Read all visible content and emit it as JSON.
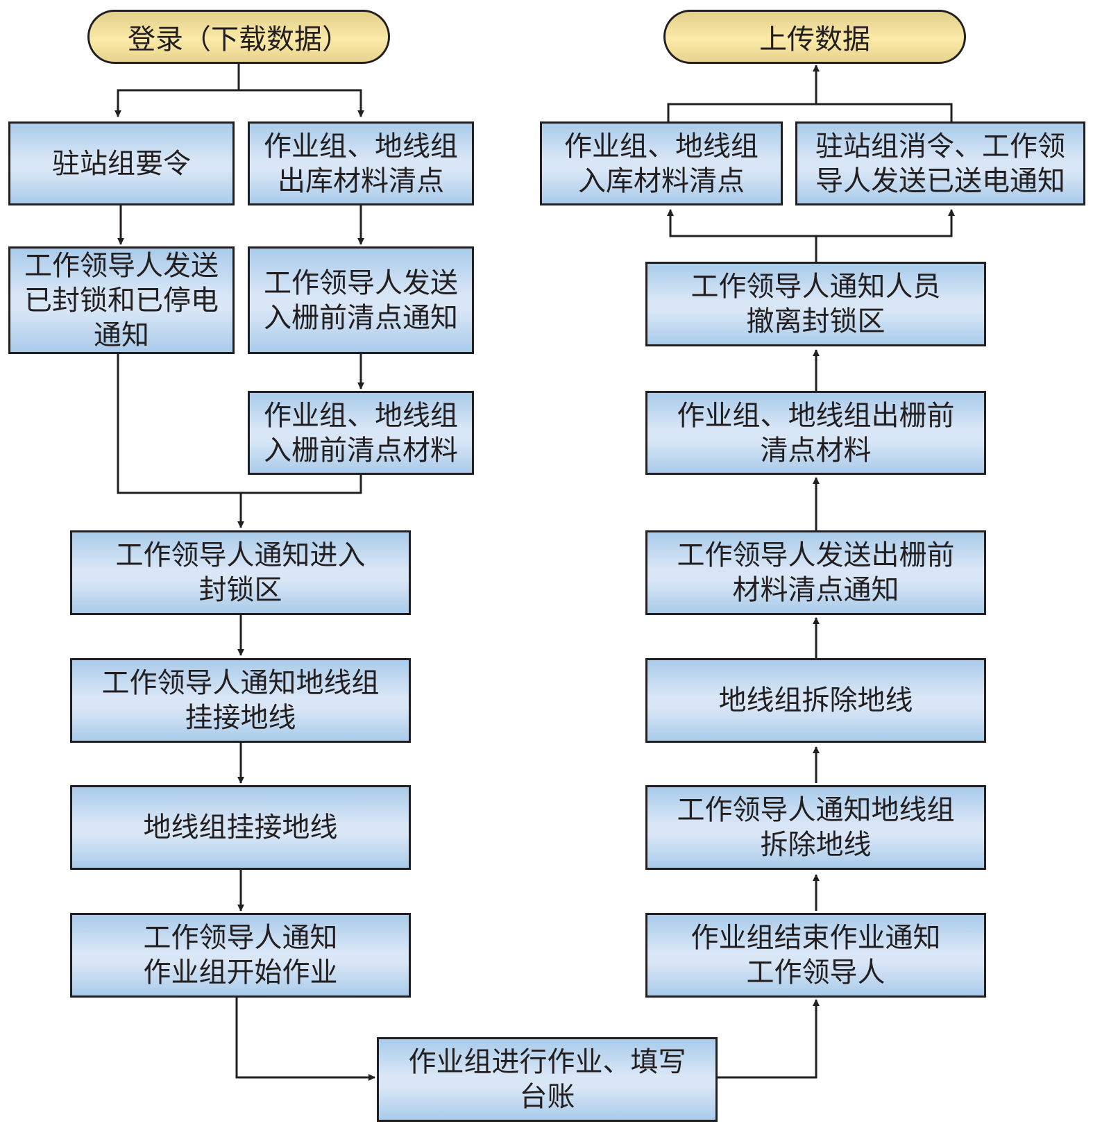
{
  "diagram": {
    "type": "flowchart",
    "nodes": {
      "start": {
        "label": "登录（下载数据）"
      },
      "end": {
        "label": "上传数据"
      },
      "n1": {
        "label": "驻站组要令"
      },
      "n2": {
        "label": "作业组、地线组\n出库材料清点"
      },
      "n3": {
        "label": "工作领导人发送\n已封锁和已停电\n通知"
      },
      "n4": {
        "label": "工作领导人发送\n入栅前清点通知"
      },
      "n5": {
        "label": "作业组、地线组\n入栅前清点材料"
      },
      "n6": {
        "label": "工作领导人通知进入\n封锁区"
      },
      "n7": {
        "label": "工作领导人通知地线组\n挂接地线"
      },
      "n8": {
        "label": "地线组挂接地线"
      },
      "n9": {
        "label": "工作领导人通知\n作业组开始作业"
      },
      "n10": {
        "label": "作业组进行作业、填写\n台账"
      },
      "n11": {
        "label": "作业组结束作业通知\n工作领导人"
      },
      "n12": {
        "label": "工作领导人通知地线组\n拆除地线"
      },
      "n13": {
        "label": "地线组拆除地线"
      },
      "n14": {
        "label": "工作领导人发送出栅前\n材料清点通知"
      },
      "n15": {
        "label": "作业组、地线组出栅前\n清点材料"
      },
      "n16": {
        "label": "工作领导人通知人员\n撤离封锁区"
      },
      "n17": {
        "label": "作业组、地线组\n入库材料清点"
      },
      "n18": {
        "label": "驻站组消令、工作领\n导人发送已送电通知"
      }
    },
    "edges": [
      [
        "start",
        "n1"
      ],
      [
        "start",
        "n2"
      ],
      [
        "n1",
        "n3"
      ],
      [
        "n2",
        "n4"
      ],
      [
        "n4",
        "n5"
      ],
      [
        "n3",
        "n6"
      ],
      [
        "n5",
        "n6"
      ],
      [
        "n6",
        "n7"
      ],
      [
        "n7",
        "n8"
      ],
      [
        "n8",
        "n9"
      ],
      [
        "n9",
        "n10"
      ],
      [
        "n10",
        "n11"
      ],
      [
        "n11",
        "n12"
      ],
      [
        "n12",
        "n13"
      ],
      [
        "n13",
        "n14"
      ],
      [
        "n14",
        "n15"
      ],
      [
        "n15",
        "n16"
      ],
      [
        "n16",
        "n17"
      ],
      [
        "n16",
        "n18"
      ],
      [
        "n17",
        "end"
      ],
      [
        "n18",
        "end"
      ]
    ],
    "colors": {
      "box_fill": "#c6dcf2",
      "terminal_fill": "#f6e3a0",
      "stroke": "#231f20"
    }
  }
}
